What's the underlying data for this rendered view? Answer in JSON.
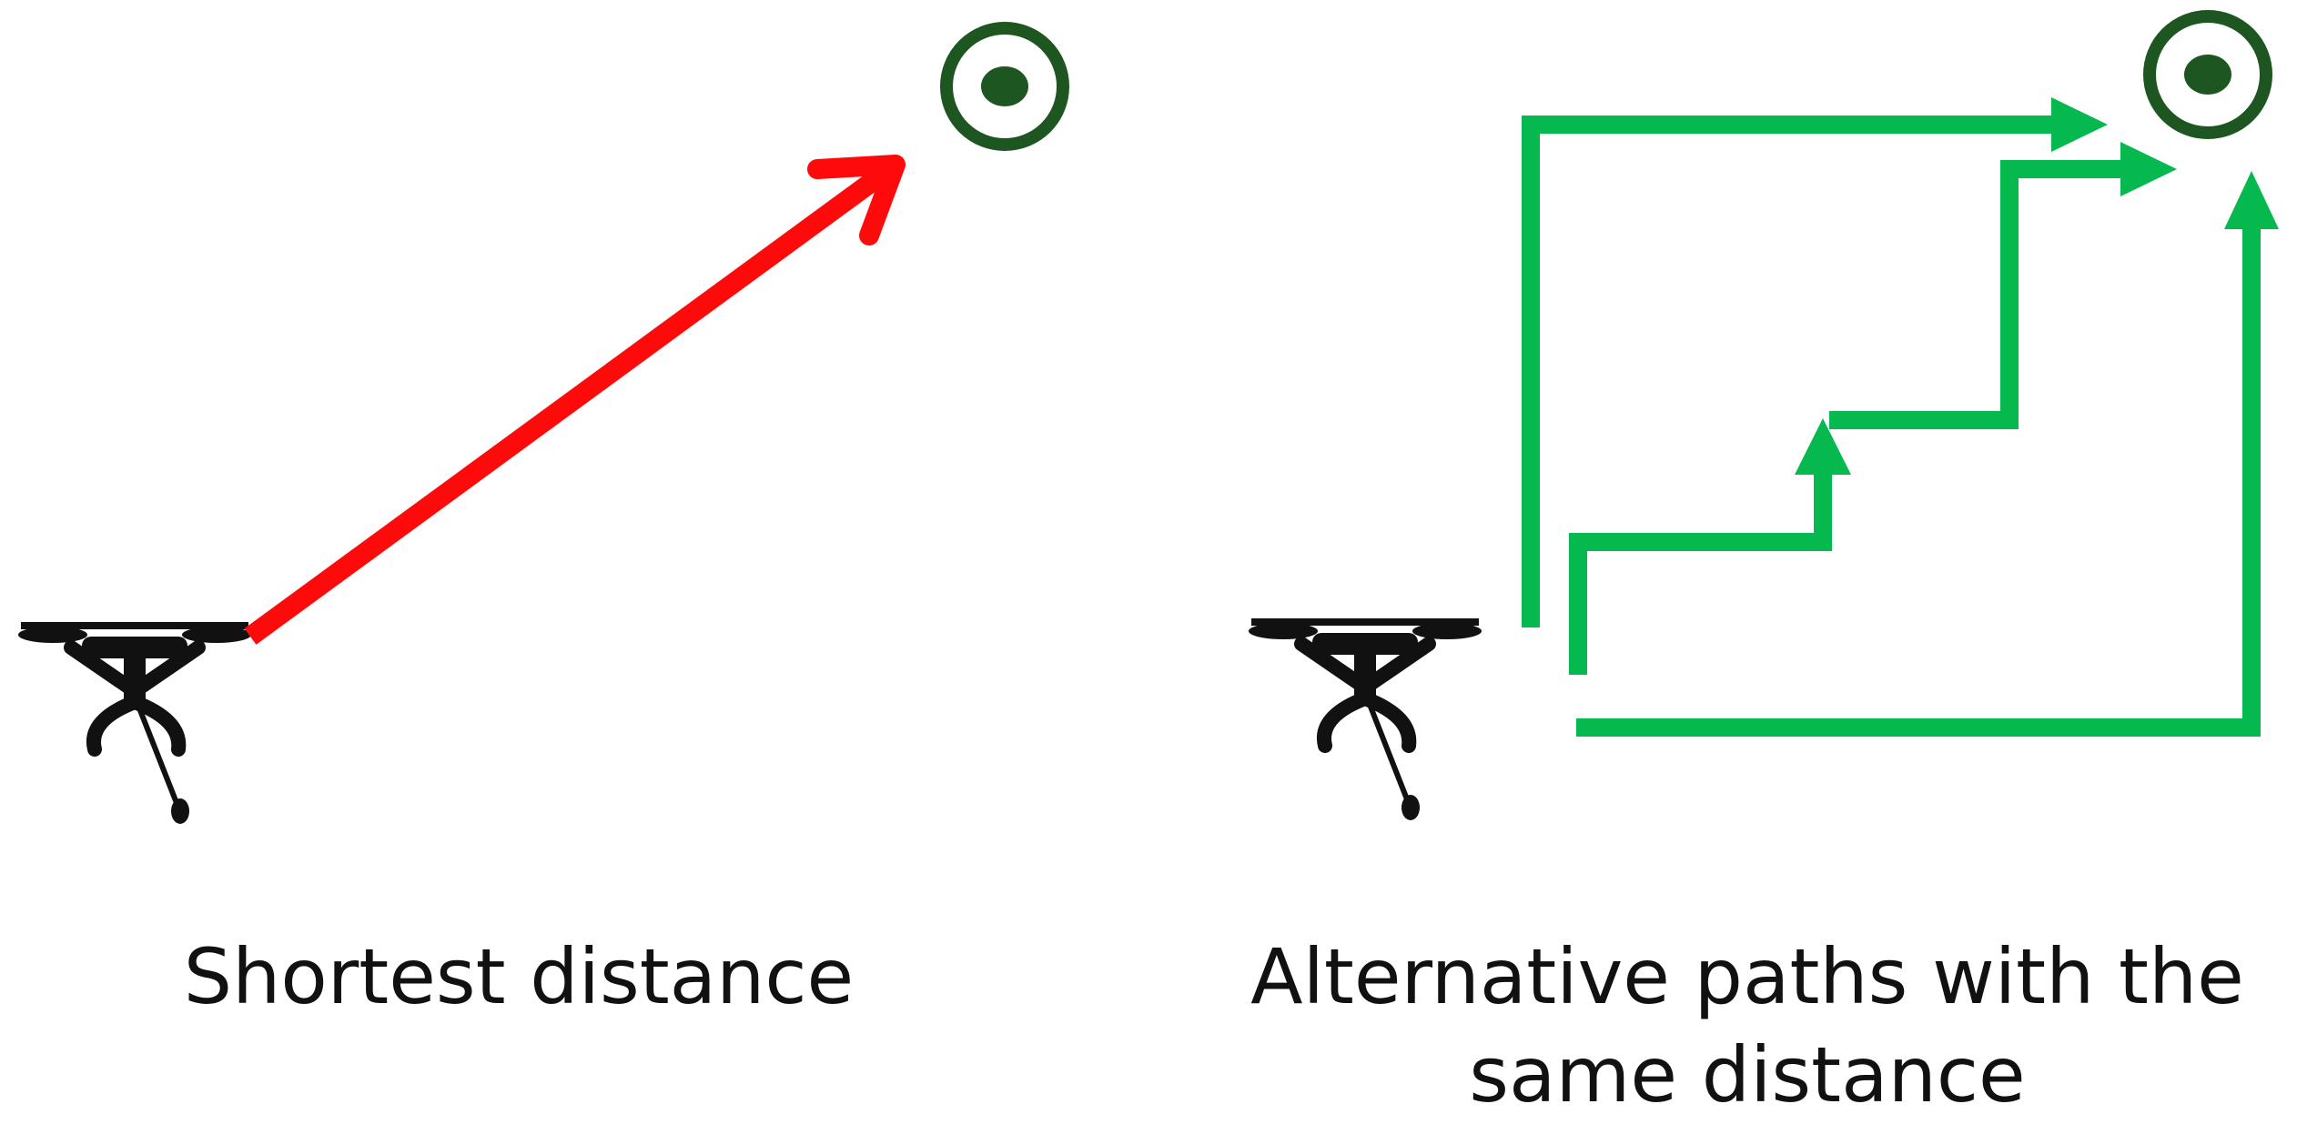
{
  "captions": {
    "shortest": "Shortest distance",
    "alternative_line1": "Alternative paths with the",
    "alternative_line2": "same distance"
  },
  "icons": {
    "drone": "drone-icon",
    "target": "target-icon"
  },
  "colors": {
    "shortest_path": "#ff0a0a",
    "alternative_paths": "#05b94e",
    "target": "#1d5620",
    "drone": "#111111",
    "text": "#111111"
  }
}
